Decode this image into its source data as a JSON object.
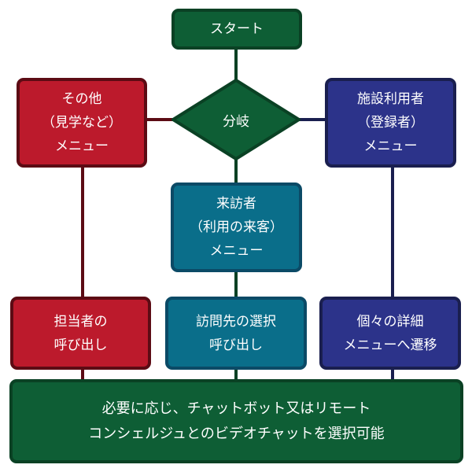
{
  "start": {
    "label": "スタート"
  },
  "branch": {
    "label": "分岐"
  },
  "other_menu": {
    "lines": [
      "その他",
      "（見学など）",
      "メニュー"
    ]
  },
  "registered_menu": {
    "lines": [
      "施設利用者",
      "（登録者）",
      "メニュー"
    ]
  },
  "visitor_menu": {
    "lines": [
      "来訪者",
      "（利用の来客）",
      "メニュー"
    ]
  },
  "staff_call": {
    "lines": [
      "担当者の",
      "呼び出し"
    ]
  },
  "destination_call": {
    "lines": [
      "訪問先の選択",
      "呼び出し"
    ]
  },
  "detail_menu": {
    "lines": [
      "個々の詳細",
      "メニューへ遷移"
    ]
  },
  "final": {
    "lines": [
      "必要に応じ、チャットボット又はリモート",
      "コンシェルジュとのビデオチャットを選択可能"
    ]
  },
  "colors": {
    "green": "#0e5e35",
    "red": "#bc1a2c",
    "blue": "#2c338a",
    "teal": "#0a6e8a"
  }
}
